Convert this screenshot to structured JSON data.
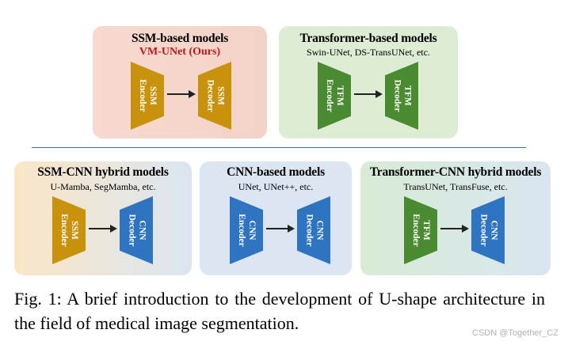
{
  "panels": [
    {
      "id": "ssm-based",
      "title": "SSM-based models",
      "subtitle": "VM-UNet (Ours)",
      "subtitle_style": "highlight",
      "background": "linear-gradient(90deg,#f7d9cf 0%,#f3d3c7 100%)",
      "encoder": {
        "line1": "SSM",
        "line2": "Encoder",
        "color": "#c8920d"
      },
      "decoder": {
        "line1": "SSM",
        "line2": "Decoder",
        "color": "#c8920d"
      }
    },
    {
      "id": "transformer-based",
      "title": "Transformer-based models",
      "subtitle": "Swin-UNet, DS-TransUNet, etc.",
      "subtitle_style": "normal",
      "background": "#dcedd3",
      "encoder": {
        "line1": "TFM",
        "line2": "Encoder",
        "color": "#4a8a30"
      },
      "decoder": {
        "line1": "TFM",
        "line2": "Decoder",
        "color": "#4a8a30"
      }
    },
    {
      "id": "ssm-cnn-hybrid",
      "title": "SSM-CNN hybrid models",
      "subtitle": "U-Mamba, SegMamba, etc.",
      "subtitle_style": "normal",
      "background": "linear-gradient(90deg,#fbe6c6 0%,#dbe6f2 100%)",
      "encoder": {
        "line1": "SSM",
        "line2": "Encoder",
        "color": "#c8920d"
      },
      "decoder": {
        "line1": "CNN",
        "line2": "Decoder",
        "color": "#2f74c0"
      }
    },
    {
      "id": "cnn-based",
      "title": "CNN-based models",
      "subtitle": "UNet, UNet++, etc.",
      "subtitle_style": "normal",
      "background": "#dce6f2",
      "encoder": {
        "line1": "CNN",
        "line2": "Encoder",
        "color": "#2f74c0"
      },
      "decoder": {
        "line1": "CNN",
        "line2": "Decoder",
        "color": "#2f74c0"
      }
    },
    {
      "id": "transformer-cnn-hybrid",
      "title": "Transformer-CNN hybrid models",
      "subtitle": "TransUNet, TransFuse, etc.",
      "subtitle_style": "normal",
      "background": "linear-gradient(90deg,#d8ebd5 0%,#d9e6f1 100%)",
      "encoder": {
        "line1": "TFM",
        "line2": "Encoder",
        "color": "#4a8a30"
      },
      "decoder": {
        "line1": "CNN",
        "line2": "Decoder",
        "color": "#2f74c0"
      }
    }
  ],
  "colors": {
    "divider": "#3a6fb5",
    "arrow": "#222222",
    "highlight_text": "#c0171d"
  },
  "caption": "Fig. 1: A brief introduction to the development of U-shape architecture in the field of medical image segmentation.",
  "watermark": "CSDN @Together_CZ"
}
